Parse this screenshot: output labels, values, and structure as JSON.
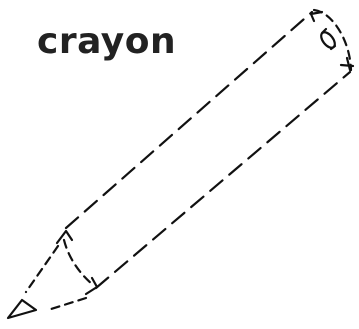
{
  "label": {
    "text": "crayon"
  },
  "sketch": {
    "subject": "crayon-outline-sketch",
    "line_style": "dashed",
    "ink_color": "#111111",
    "background_color": "#ffffff"
  }
}
